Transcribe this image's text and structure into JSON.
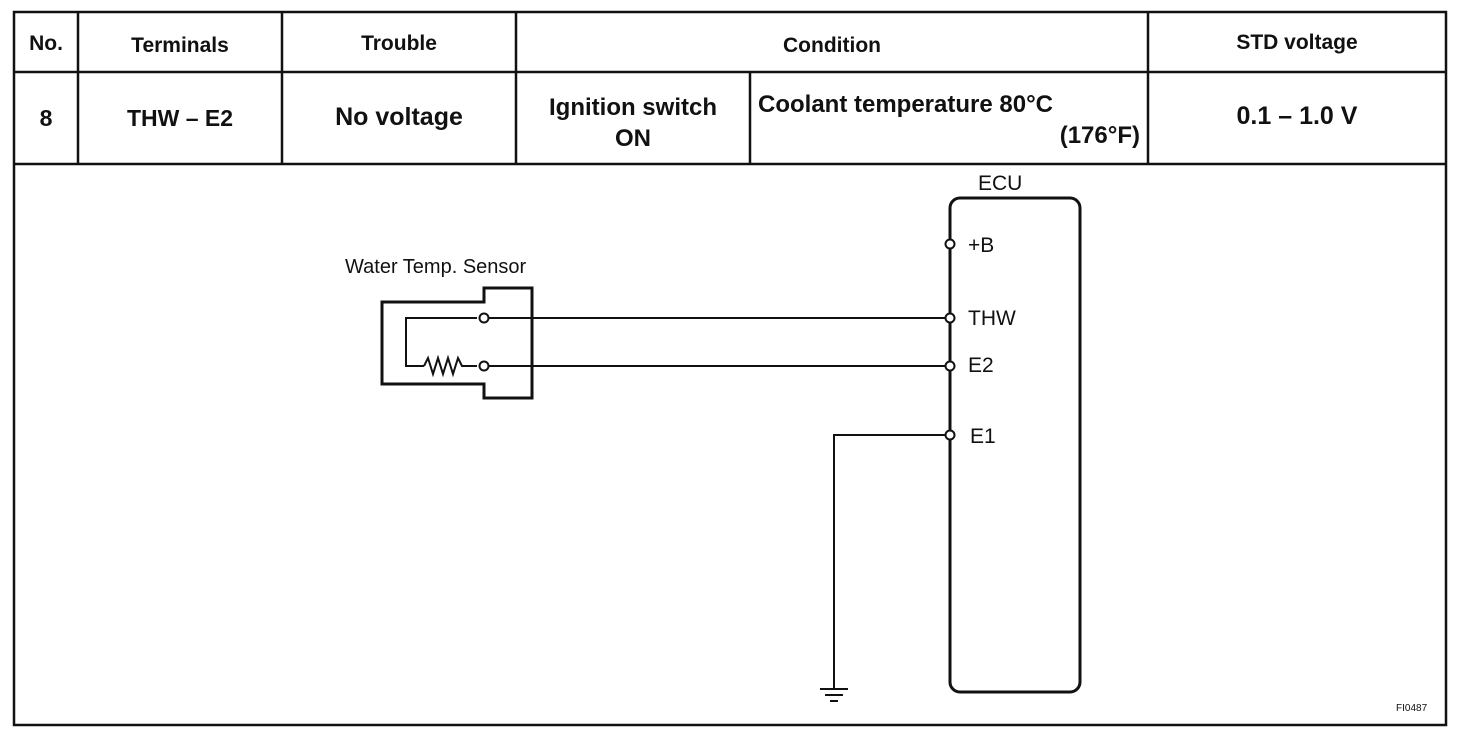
{
  "table": {
    "headers": {
      "no": "No.",
      "terminals": "Terminals",
      "trouble": "Trouble",
      "condition": "Condition",
      "std_voltage": "STD voltage"
    },
    "row": {
      "no": "8",
      "terminals": "THW – E2",
      "trouble": "No voltage",
      "condition_switch_line1": "Ignition switch",
      "condition_switch_line2": "ON",
      "condition_temp_line1": "Coolant temperature 80°C",
      "condition_temp_line2": "(176°F)",
      "std_voltage": "0.1 – 1.0 V"
    }
  },
  "diagram": {
    "ecu_label": "ECU",
    "sensor_label": "Water Temp. Sensor",
    "terminal_b": "+B",
    "terminal_thw": "THW",
    "terminal_e2": "E2",
    "terminal_e1": "E1",
    "figure_code": "FI0487"
  }
}
